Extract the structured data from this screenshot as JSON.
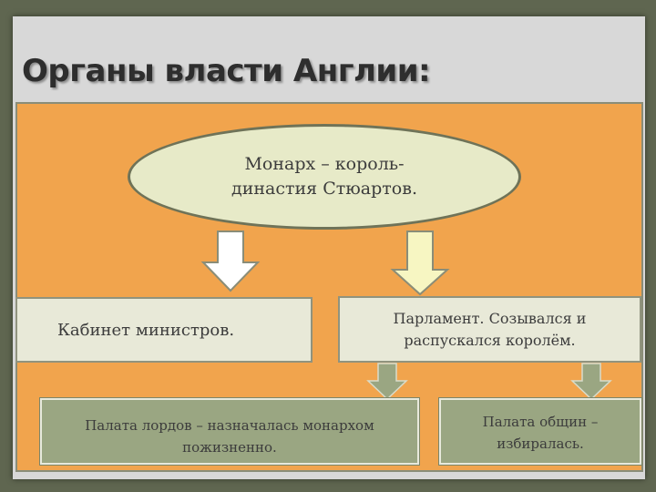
{
  "title": "Органы власти Англии:",
  "monarch": {
    "line1": "Монарх – король-",
    "line2": "династия Стюартов."
  },
  "cabinet": "Кабинет министров.",
  "parliament": {
    "line1": "Парламент. Созывался и",
    "line2": "распускался королём."
  },
  "lords": {
    "line1": "Палата лордов – назначалась монархом",
    "line2": "пожизненно."
  },
  "commons": {
    "line1": "Палата общин –",
    "line2": "избиралась."
  },
  "colors": {
    "panel": "#f1a44d",
    "oval": "#e7eac8",
    "green_box": "#9aa682",
    "arrow_white": "#ffffff",
    "arrow_yellow": "#f7f6c2",
    "arrow_green": "#9aa682"
  }
}
